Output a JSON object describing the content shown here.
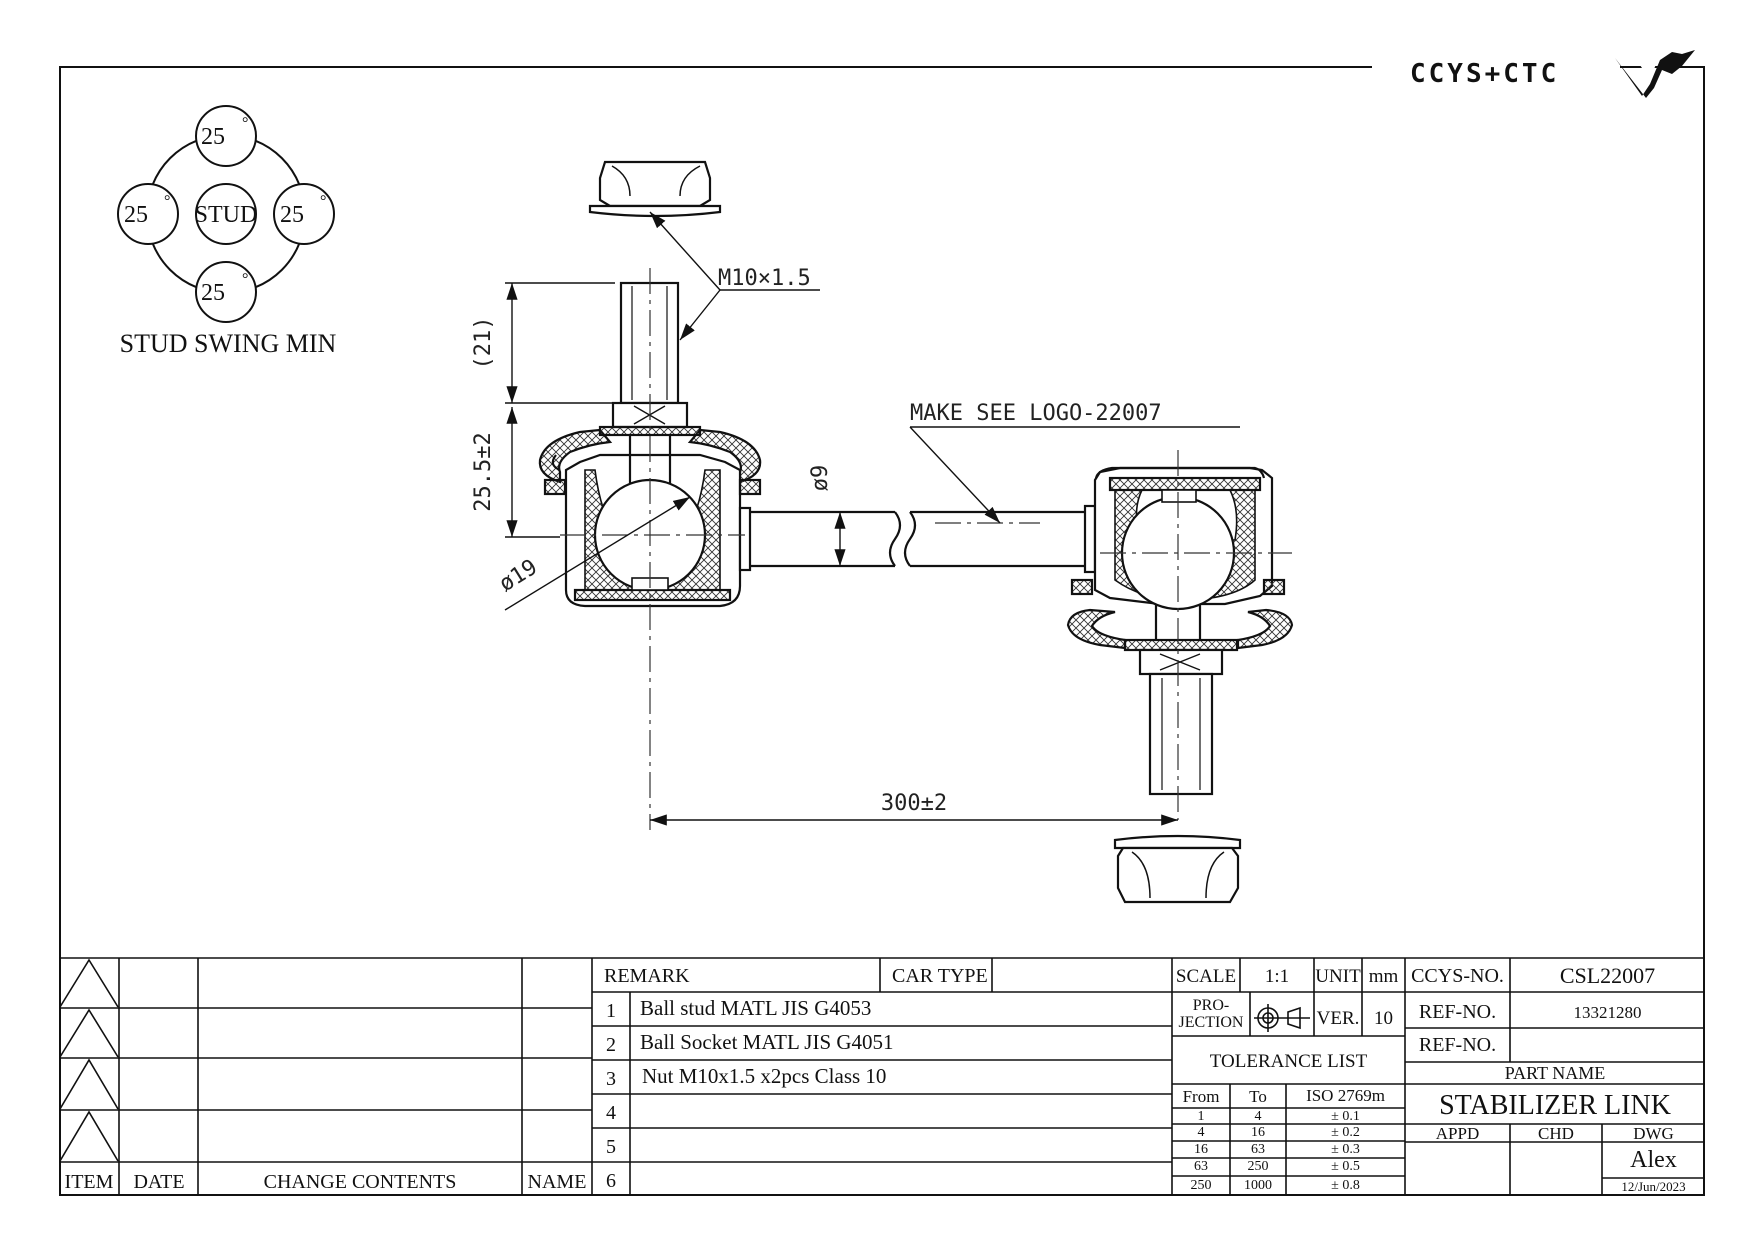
{
  "brand": {
    "logo_text": "CCYS+CTC"
  },
  "swing": {
    "title": "STUD SWING MIN",
    "center": "STUD",
    "angles": {
      "top": "25",
      "left": "25",
      "right": "25",
      "bottom": "25"
    },
    "unit": "°"
  },
  "dimensions": {
    "thread": "M10×1.5",
    "thread_length": "(21)",
    "height": "25.5±2",
    "ball_dia": "ø19",
    "rod_dia": "ø9",
    "make_note": "MAKE SEE LOGO-22007",
    "length": "300±2"
  },
  "revisions": {
    "headers": {
      "item": "ITEM",
      "date": "DATE",
      "contents": "CHANGE CONTENTS",
      "name": "NAME"
    }
  },
  "remarks": {
    "remark_label": "REMARK",
    "car_type_label": "CAR TYPE",
    "rows": [
      {
        "no": "1",
        "text": "Ball stud MATL JIS G4053"
      },
      {
        "no": "2",
        "text": "Ball Socket MATL JIS G4051"
      },
      {
        "no": "3",
        "text": "Nut M10x1.5 x2pcs Class 10"
      },
      {
        "no": "4",
        "text": ""
      },
      {
        "no": "5",
        "text": ""
      },
      {
        "no": "6",
        "text": ""
      }
    ]
  },
  "spec": {
    "scale_label": "SCALE",
    "scale_value": "1:1",
    "unit_label": "UNIT",
    "unit_value": "mm",
    "projection_label": "PRO-\nJECTION",
    "ver_label": "VER.",
    "ver_value": "10",
    "tolerance_title": "TOLERANCE LIST",
    "tol_headers": {
      "from": "From",
      "to": "To",
      "iso": "ISO 2769m"
    },
    "tolerances": [
      {
        "from": "1",
        "to": "4",
        "tol": "± 0.1"
      },
      {
        "from": "4",
        "to": "16",
        "tol": "± 0.2"
      },
      {
        "from": "16",
        "to": "63",
        "tol": "± 0.3"
      },
      {
        "from": "63",
        "to": "250",
        "tol": "± 0.5"
      },
      {
        "from": "250",
        "to": "1000",
        "tol": "± 0.8"
      }
    ]
  },
  "title_block": {
    "ccys_no_label": "CCYS-NO.",
    "ccys_no": "CSL22007",
    "ref_no_label": "REF-NO.",
    "ref_no": "13321280",
    "ref_no2_label": "REF-NO.",
    "ref_no2": "",
    "part_name_label": "PART NAME",
    "part_name": "STABILIZER LINK",
    "appd_label": "APPD",
    "chd_label": "CHD",
    "dwg_label": "DWG",
    "drawn_by": "Alex",
    "date": "12/Jun/2023"
  }
}
